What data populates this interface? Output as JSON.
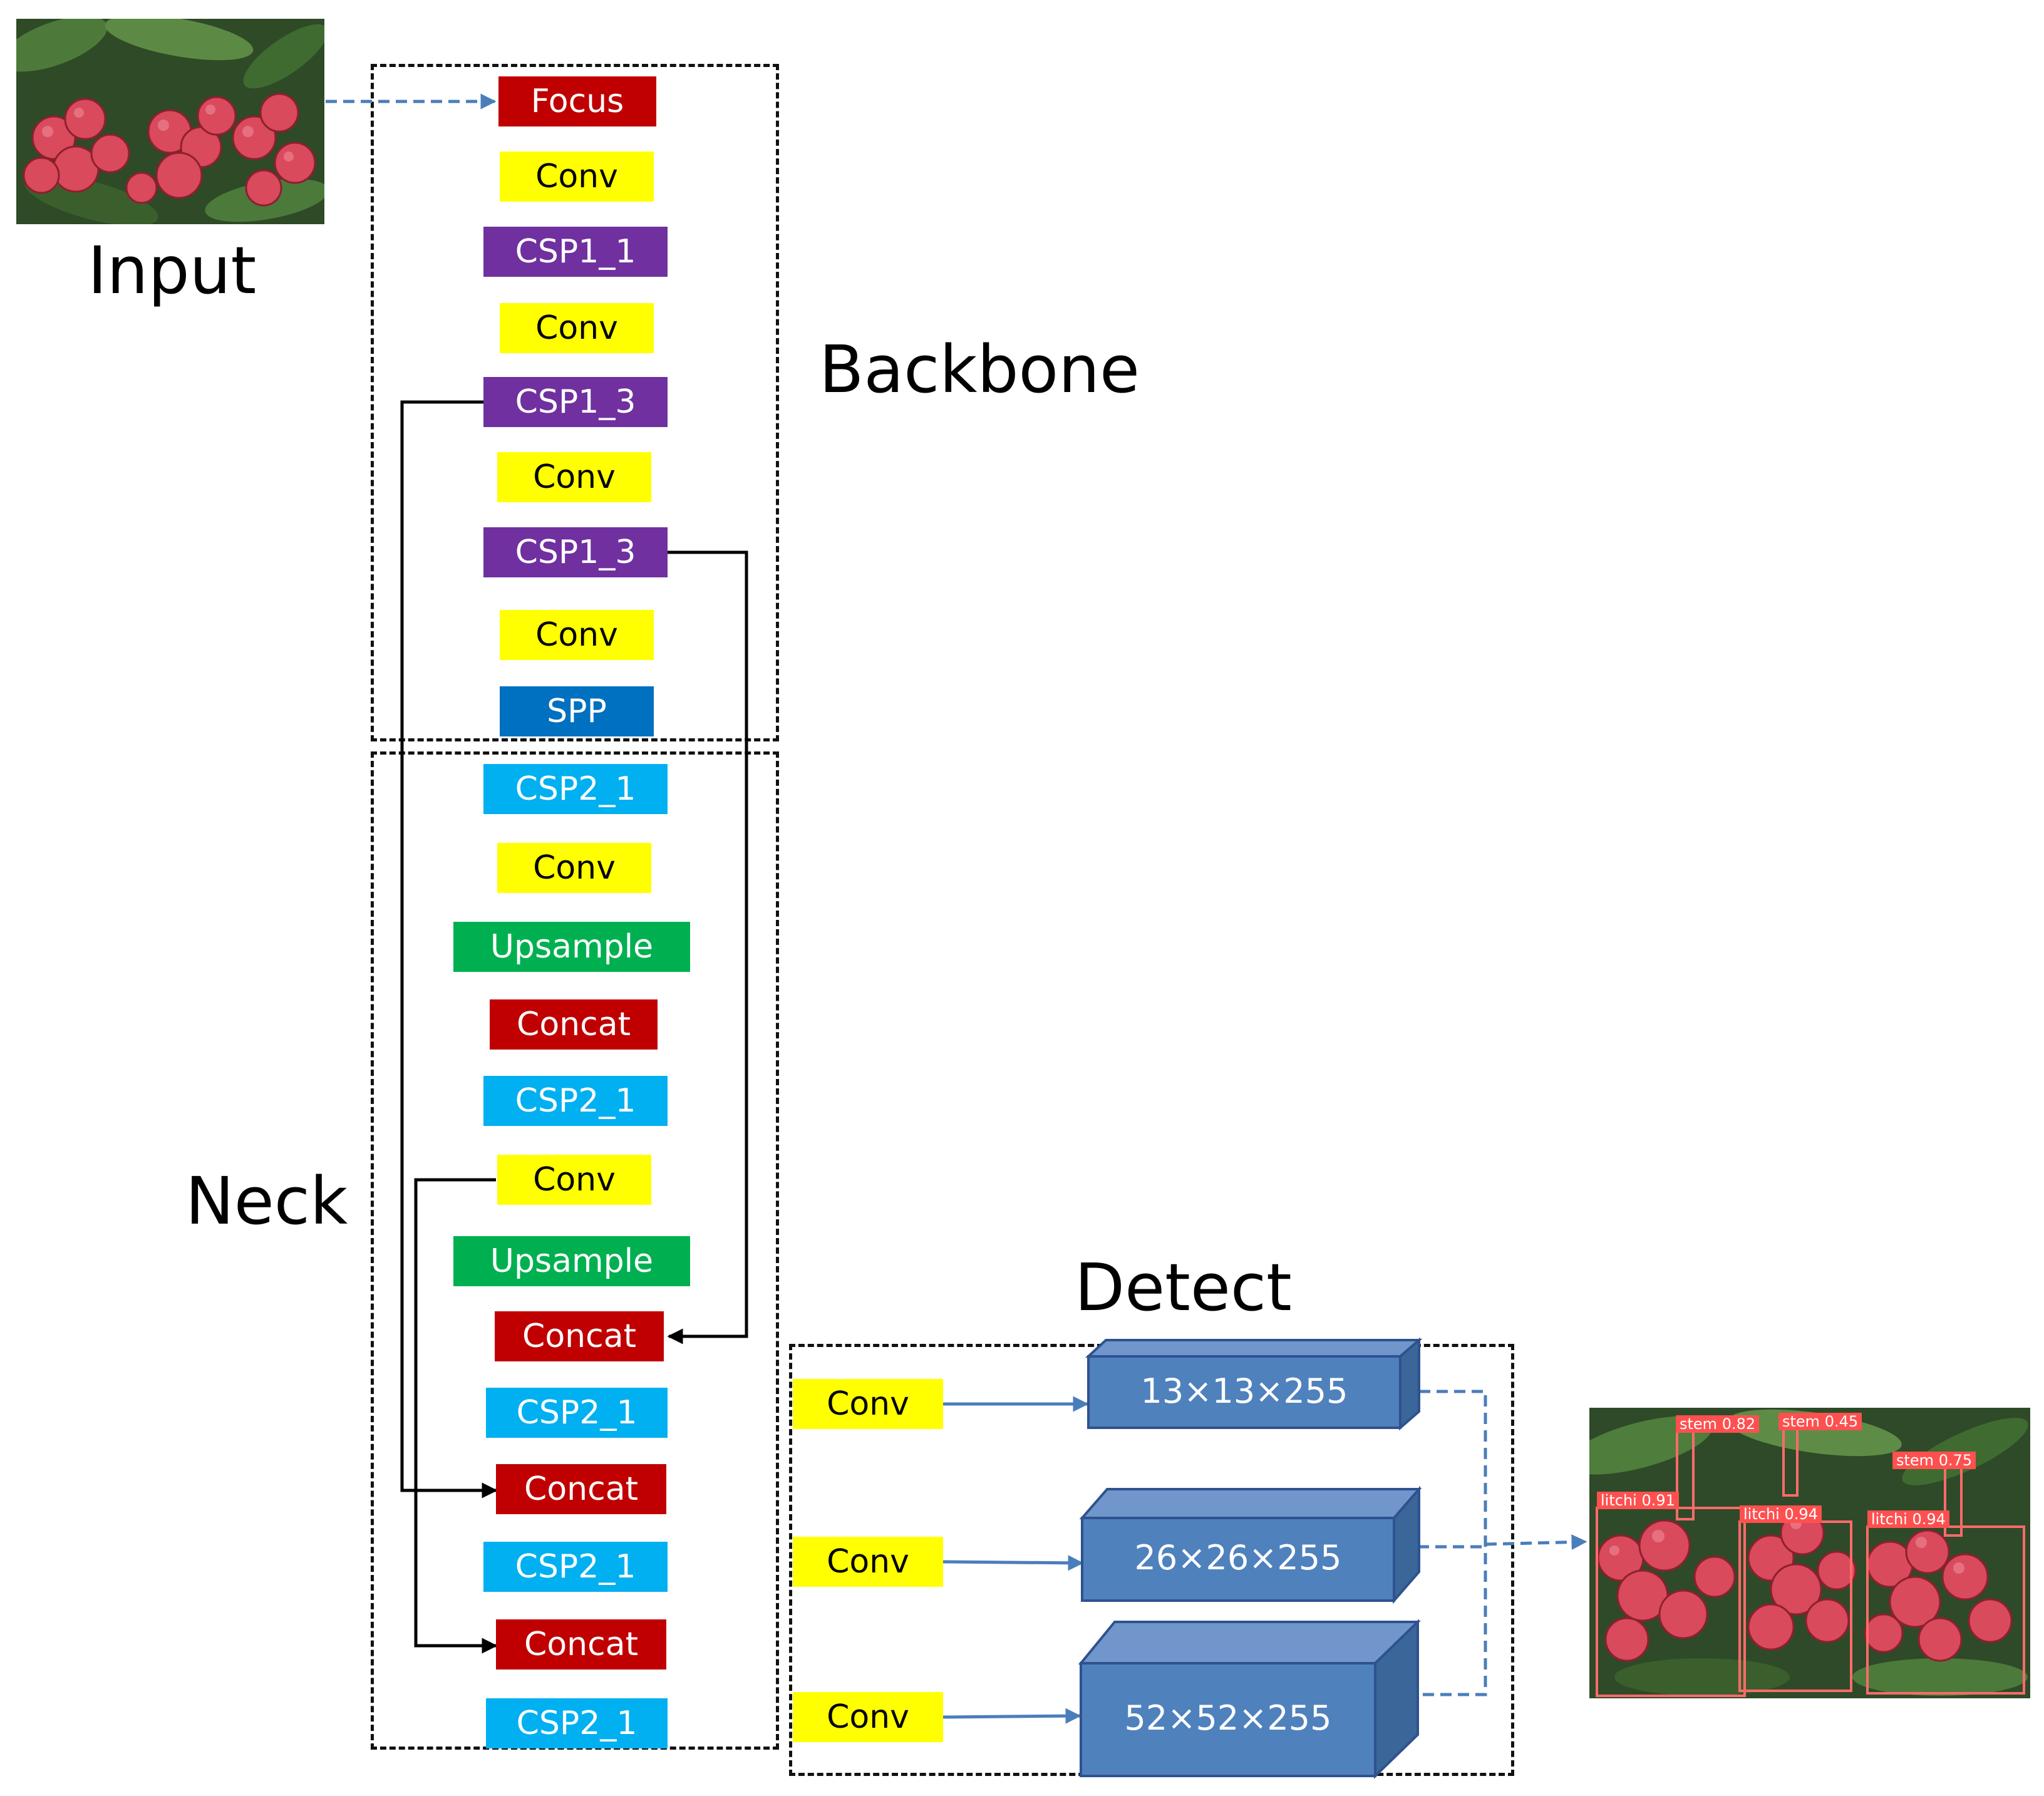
{
  "labels": {
    "input": "Input",
    "backbone": "Backbone",
    "neck": "Neck",
    "detect": "Detect"
  },
  "blocks": [
    {
      "text": "Focus",
      "color": "#c00000"
    },
    {
      "text": "Conv",
      "color": "#ffff00"
    },
    {
      "text": "CSP1_1",
      "color": "#7030a0"
    },
    {
      "text": "Conv",
      "color": "#ffff00"
    },
    {
      "text": "CSP1_3",
      "color": "#7030a0"
    },
    {
      "text": "Conv",
      "color": "#ffff00"
    },
    {
      "text": "CSP1_3",
      "color": "#7030a0"
    },
    {
      "text": "Conv",
      "color": "#ffff00"
    },
    {
      "text": "SPP",
      "color": "#0070c0"
    },
    {
      "text": "CSP2_1",
      "color": "#00b0f0"
    },
    {
      "text": "Conv",
      "color": "#ffff00"
    },
    {
      "text": "Upsample",
      "color": "#00b050"
    },
    {
      "text": "Concat",
      "color": "#c00000"
    },
    {
      "text": "CSP2_1",
      "color": "#00b0f0"
    },
    {
      "text": "Conv",
      "color": "#ffff00"
    },
    {
      "text": "Upsample",
      "color": "#00b050"
    },
    {
      "text": "Concat",
      "color": "#c00000"
    },
    {
      "text": "CSP2_1",
      "color": "#00b0f0"
    },
    {
      "text": "Concat",
      "color": "#c00000"
    },
    {
      "text": "CSP2_1",
      "color": "#00b0f0"
    },
    {
      "text": "Concat",
      "color": "#c00000"
    },
    {
      "text": "CSP2_1",
      "color": "#00b0f0"
    }
  ],
  "detect": {
    "convs": [
      "Conv",
      "Conv",
      "Conv"
    ],
    "outputs": [
      "13×13×255",
      "26×26×255",
      "52×52×255"
    ]
  },
  "output_detections": [
    "stem 0.82",
    "stem 0.45",
    "stem 0.75",
    "litchi 0.91",
    "litchi 0.94",
    "litchi 0.94"
  ],
  "colors": {
    "accent_blue": "#4a7ebb",
    "tensor_face": "#4f81bd",
    "tensor_top": "#7096cc",
    "tensor_side": "#3a6699"
  }
}
